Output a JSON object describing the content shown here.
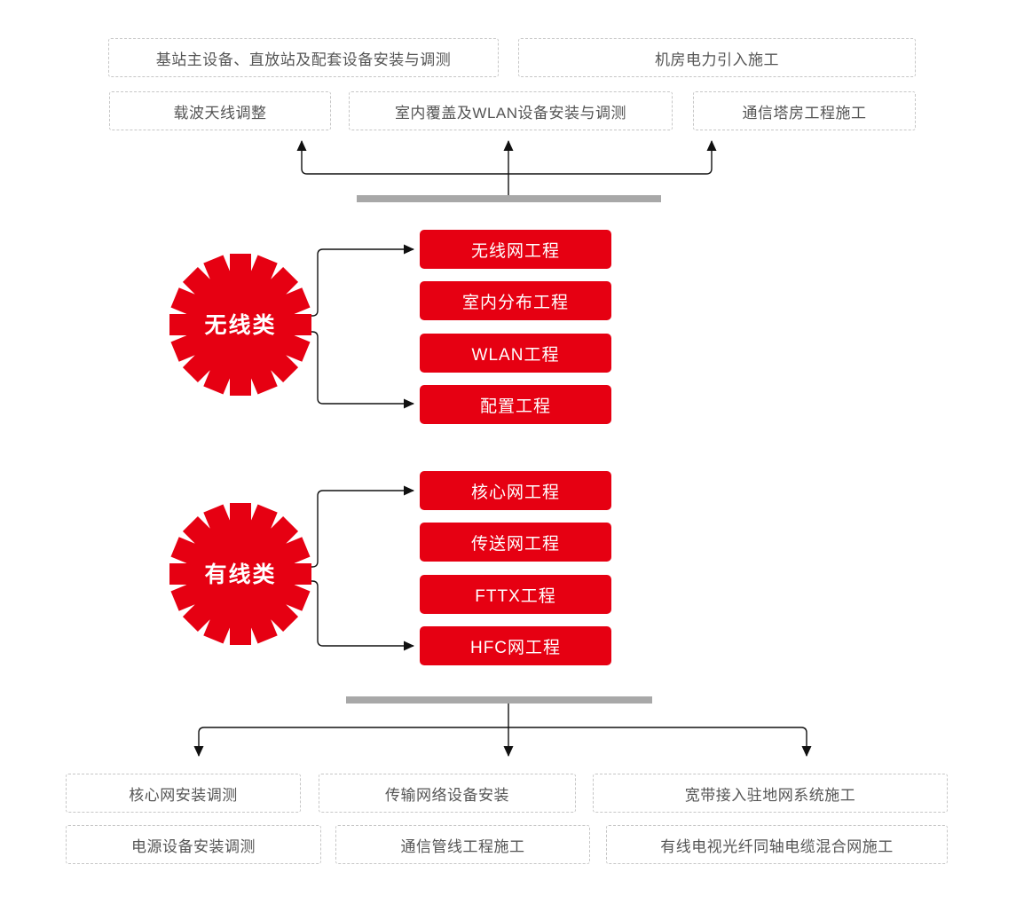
{
  "colors": {
    "accent_red": "#e60012",
    "bar_gray": "#a8a8a8",
    "line_black": "#111111",
    "dashed_border": "#c6c6c6",
    "muted_text": "#555555",
    "box_text_white": "#ffffff"
  },
  "top_outputs": {
    "row1": [
      "基站主设备、直放站及配套设备安装与调测",
      "机房电力引入施工"
    ],
    "row2": [
      "载波天线调整",
      "室内覆盖及WLAN设备安装与调测",
      "通信塔房工程施工"
    ]
  },
  "groups": [
    {
      "name": "无线类",
      "items": [
        "无线网工程",
        "室内分布工程",
        "WLAN工程",
        "配置工程"
      ]
    },
    {
      "name": "有线类",
      "items": [
        "核心网工程",
        "传送网工程",
        "FTTX工程",
        "HFC网工程"
      ]
    }
  ],
  "bottom_outputs": {
    "row1": [
      "核心网安装调测",
      "传输网络设备安装",
      "宽带接入驻地网系统施工"
    ],
    "row2": [
      "电源设备安装调测",
      "通信管线工程施工",
      "有线电视光纤同轴电缆混合网施工"
    ]
  }
}
